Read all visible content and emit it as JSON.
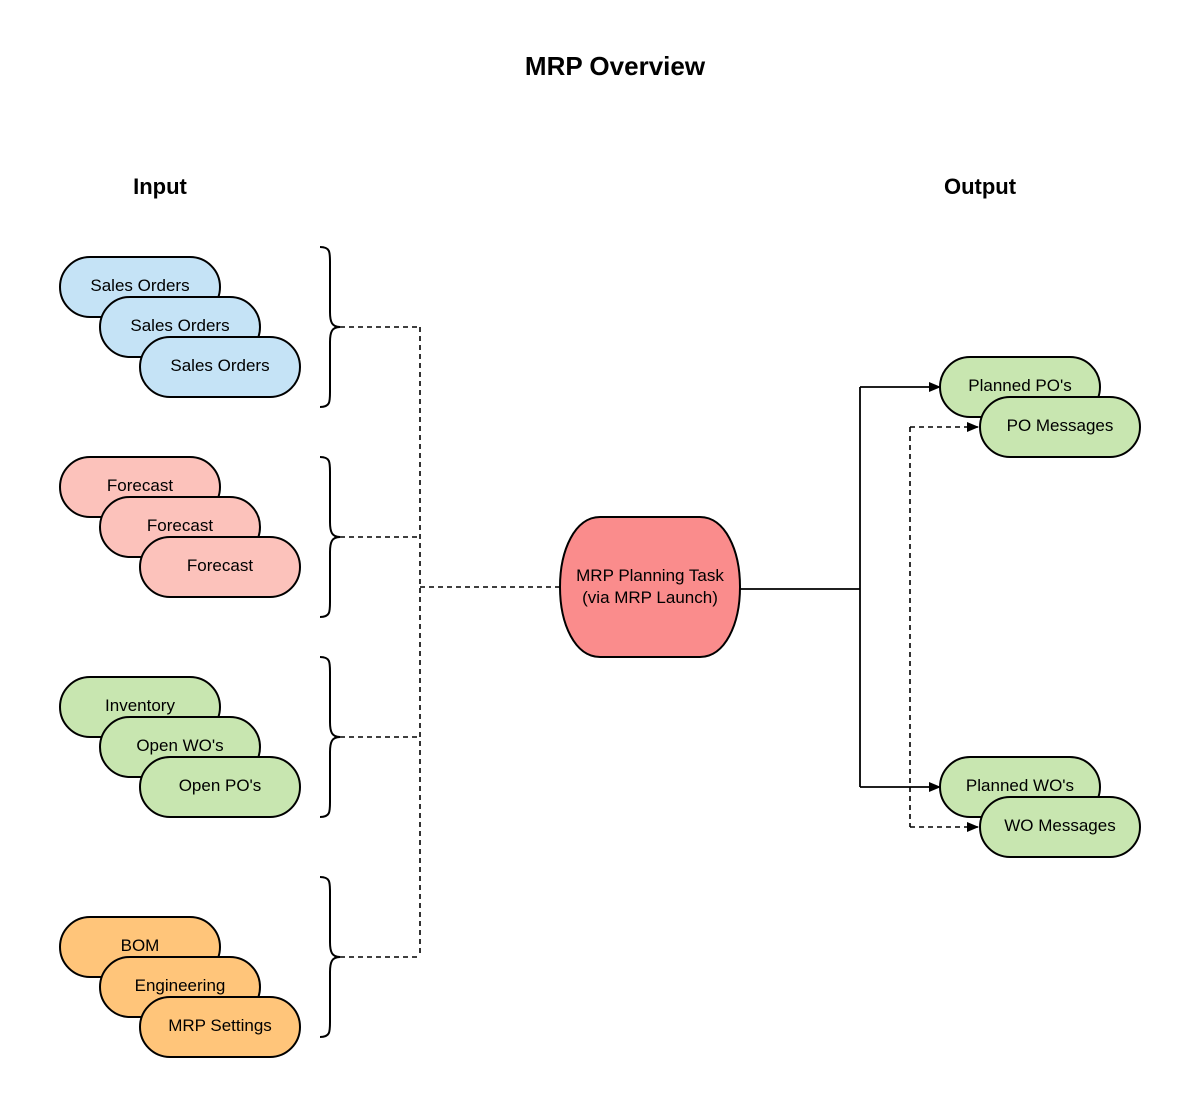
{
  "title": "MRP Overview",
  "headings": {
    "input": "Input",
    "output": "Output"
  },
  "colors": {
    "blue": "#c5e3f6",
    "pink": "#fcc2bb",
    "green": "#c8e6b0",
    "orange": "#ffc57a",
    "task": "#fa8c8c",
    "stroke": "#000000"
  },
  "input_groups": [
    {
      "color": "blue",
      "items": [
        "Sales Orders",
        "Sales Orders",
        "Sales Orders"
      ]
    },
    {
      "color": "pink",
      "items": [
        "Forecast",
        "Forecast",
        "Forecast"
      ]
    },
    {
      "color": "green",
      "items": [
        "Inventory",
        "Open WO's",
        "Open PO's"
      ]
    },
    {
      "color": "orange",
      "items": [
        "BOM",
        "Engineering",
        "MRP Settings"
      ]
    }
  ],
  "task": {
    "line1": "MRP Planning Task",
    "line2": "(via MRP Launch)"
  },
  "output_groups": [
    {
      "color": "green",
      "items": [
        "Planned PO's",
        "PO Messages"
      ]
    },
    {
      "color": "green",
      "items": [
        "Planned WO's",
        "WO Messages"
      ]
    }
  ]
}
